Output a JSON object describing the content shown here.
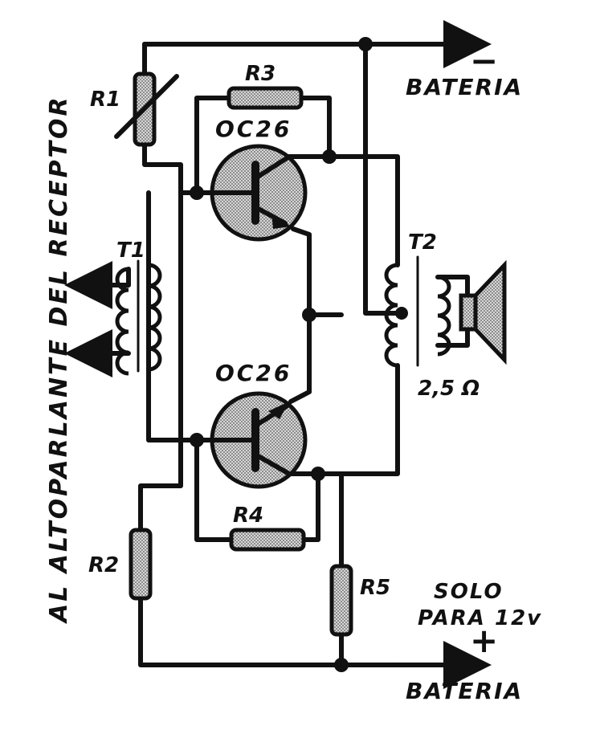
{
  "labels": {
    "side": "AL ALTOPARLANTE  DEL RECEPTOR",
    "r1": "R1",
    "r2": "R2",
    "r3": "R3",
    "r4": "R4",
    "r5": "R5",
    "t1": "T1",
    "t2": "T2",
    "q1": "OC26",
    "q2": "OC26",
    "t2_imp": "2,5 Ω",
    "bat_top": "BATERIA",
    "bat_top_sign": "−",
    "bat_bottom": "BATERIA",
    "bat_bottom_sign": "+",
    "note_line1": "SOLO",
    "note_line2": "PARA 12v"
  }
}
